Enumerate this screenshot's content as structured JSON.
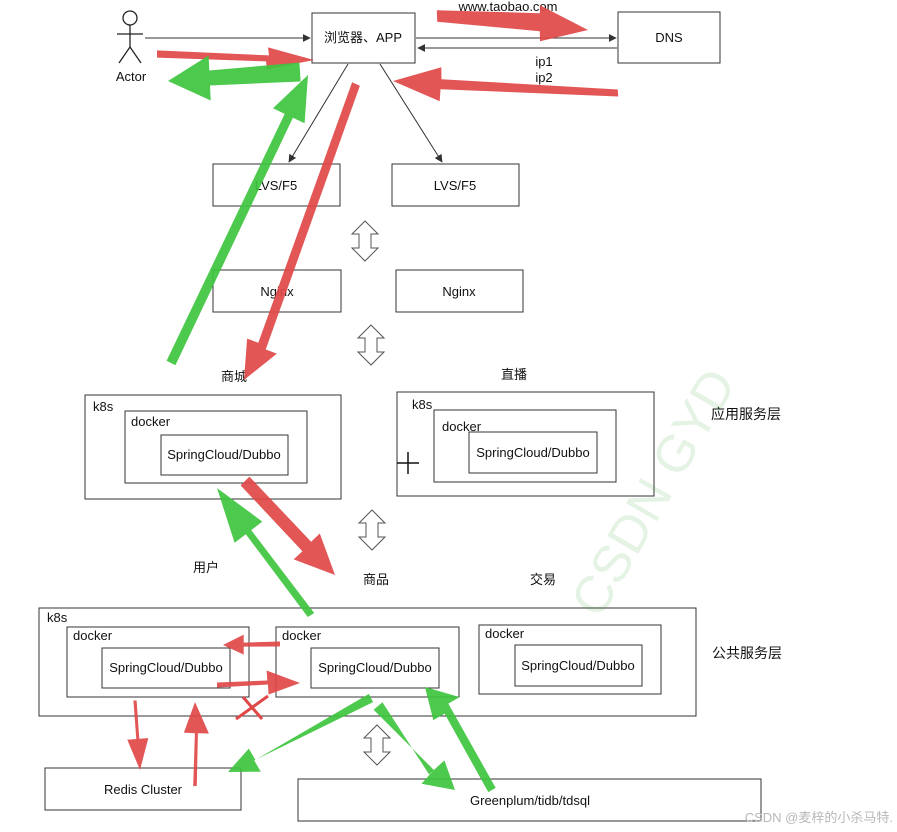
{
  "actor": {
    "label": "Actor"
  },
  "top_url": "www.taobao.com",
  "boxes": {
    "browser": "浏览器、APP",
    "dns": "DNS",
    "lvs_left": "LVS/F5",
    "lvs_right": "LVS/F5",
    "nginx_left": "Nginx",
    "nginx_right": "Nginx",
    "redis": "Redis Cluster",
    "db": "Greenplum/tidb/tdsql"
  },
  "dns_ips": [
    "ip1",
    "ip2"
  ],
  "app_layer": {
    "label": "应用服务层",
    "clusters": [
      {
        "title": "商城",
        "k8s": "k8s",
        "docker": "docker",
        "service": "SpringCloud/Dubbo"
      },
      {
        "title": "直播",
        "k8s": "k8s",
        "docker": "docker",
        "service": "SpringCloud/Dubbo"
      }
    ]
  },
  "public_layer": {
    "label": "公共服务层",
    "k8s": "k8s",
    "services": [
      {
        "title": "用户",
        "docker": "docker",
        "service": "SpringCloud/Dubbo"
      },
      {
        "title": "商品",
        "docker": "docker",
        "service": "SpringCloud/Dubbo"
      },
      {
        "title": "交易",
        "docker": "docker",
        "service": "SpringCloud/Dubbo"
      }
    ]
  },
  "watermark": "CSDN @麦梓的小杀马特.",
  "colors": {
    "request_arrow": "#e04848",
    "response_arrow": "#3ec43e",
    "line": "#333333"
  }
}
